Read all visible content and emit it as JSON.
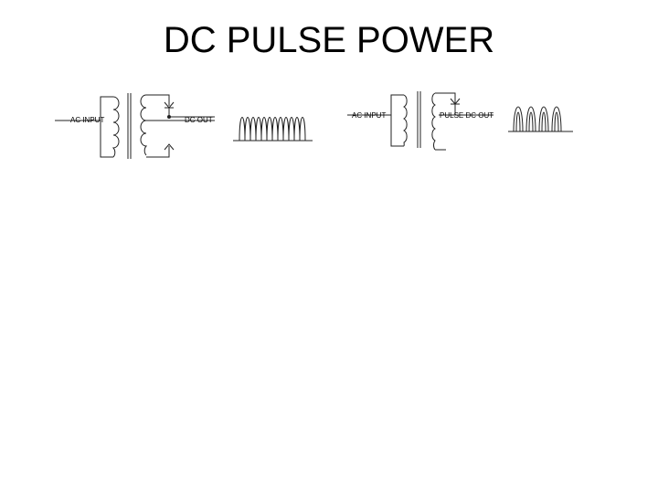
{
  "title": "DC PULSE POWER",
  "diagrams": [
    {
      "input_label": "AC INPUT",
      "output_label": "DC OUT"
    },
    {
      "input_label": "AC INPUT",
      "output_label": "PULSE DC OUT"
    }
  ]
}
